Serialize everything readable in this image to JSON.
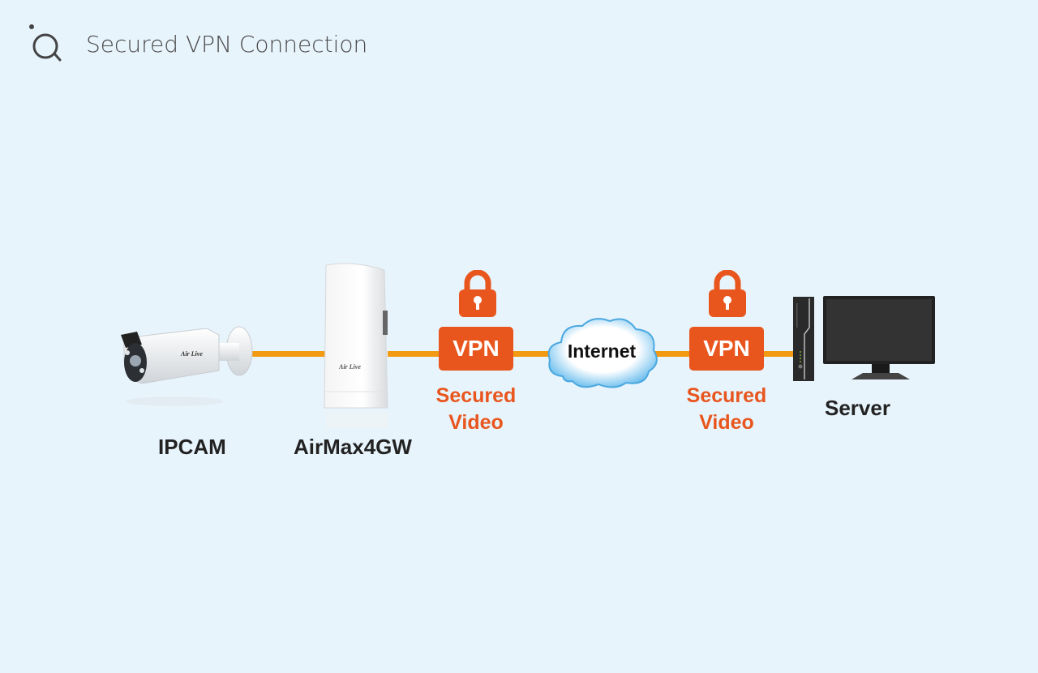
{
  "header": {
    "title": "Secured VPN Connection",
    "logo_icon": "circle-lens-icon"
  },
  "diagram": {
    "nodes": [
      {
        "id": "ipcam",
        "label": "IPCAM",
        "icon": "bullet-camera-icon",
        "brand": "AirLive"
      },
      {
        "id": "airmax",
        "label": "AirMax4GW",
        "icon": "outdoor-router-icon",
        "brand": "AirLive"
      },
      {
        "id": "vpn1",
        "label": "VPN",
        "caption_line1": "Secured",
        "caption_line2": "Video",
        "icon": "padlock-icon"
      },
      {
        "id": "internet",
        "label": "Internet",
        "icon": "cloud-icon"
      },
      {
        "id": "vpn2",
        "label": "VPN",
        "caption_line1": "Secured",
        "caption_line2": "Video",
        "icon": "padlock-icon"
      },
      {
        "id": "server",
        "label": "Server",
        "icon": "server-monitor-icon"
      }
    ],
    "connector_color": "#f39a13",
    "accent_color": "#e8561e"
  }
}
